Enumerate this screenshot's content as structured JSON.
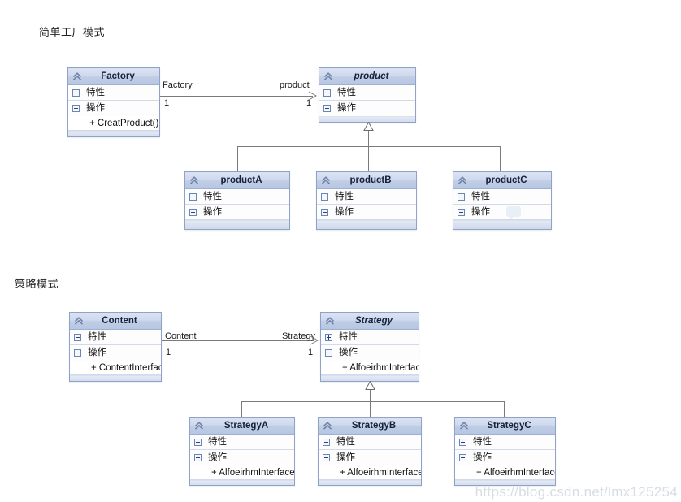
{
  "page": {
    "watermark": "https://blog.csdn.net/lmx125254",
    "background": "#ffffff"
  },
  "sections": [
    {
      "id": "factory",
      "title": "简单工厂模式"
    },
    {
      "id": "strategy",
      "title": "策略模式"
    }
  ],
  "labels": {
    "attributes": "特性",
    "operations": "操作",
    "collapse_icon": "minus-box-icon",
    "expand_icon": "plus-box-icon",
    "header_icon": "double-chevron-up-icon"
  },
  "factory_diagram": {
    "classes": {
      "factory": {
        "name": "Factory",
        "abstract": false,
        "attributes_label": "特性",
        "operations_label": "操作",
        "members": [
          "+ CreatProduct()"
        ]
      },
      "product": {
        "name": "product",
        "abstract": true,
        "attributes_label": "特性",
        "operations_label": "操作",
        "members": []
      },
      "productA": {
        "name": "productA",
        "abstract": false,
        "attributes_label": "特性",
        "operations_label": "操作",
        "members": []
      },
      "productB": {
        "name": "productB",
        "abstract": false,
        "attributes_label": "特性",
        "operations_label": "操作",
        "members": []
      },
      "productC": {
        "name": "productC",
        "abstract": false,
        "attributes_label": "特性",
        "operations_label": "操作",
        "members": []
      }
    },
    "association": {
      "source_role": "Factory",
      "target_role": "product",
      "source_multiplicity": "1",
      "target_multiplicity": "1"
    },
    "generalizations": [
      "productA",
      "productB",
      "productC"
    ]
  },
  "strategy_diagram": {
    "classes": {
      "content": {
        "name": "Content",
        "abstract": false,
        "attributes_label": "特性",
        "operations_label": "操作",
        "members": [
          "+ ContentInterface()"
        ]
      },
      "strategy": {
        "name": "Strategy",
        "abstract": true,
        "attributes_label": "特性",
        "operations_label": "操作",
        "attributes_collapsed": true,
        "members": [
          "+ AlfoeirhmInterface()"
        ]
      },
      "strategyA": {
        "name": "StrategyA",
        "abstract": false,
        "attributes_label": "特性",
        "operations_label": "操作",
        "members": [
          "+ AlfoeirhmInterface()"
        ]
      },
      "strategyB": {
        "name": "StrategyB",
        "abstract": false,
        "attributes_label": "特性",
        "operations_label": "操作",
        "members": [
          "+ AlfoeirhmInterface()"
        ]
      },
      "strategyC": {
        "name": "StrategyC",
        "abstract": false,
        "attributes_label": "特性",
        "operations_label": "操作",
        "members": [
          "+ AlfoeirhmInterface()"
        ]
      }
    },
    "association": {
      "source_role": "Content",
      "target_role": "Strategy",
      "source_multiplicity": "1",
      "target_multiplicity": "1"
    },
    "generalizations": [
      "StrategyA",
      "StrategyB",
      "StrategyC"
    ]
  },
  "colors": {
    "header_gradient_top": "#dbe3f2",
    "header_gradient_bottom": "#b7c6e2",
    "box_border": "#8fa3c8",
    "connector": "#7b7b7b",
    "watermark": "#d8dde4"
  }
}
